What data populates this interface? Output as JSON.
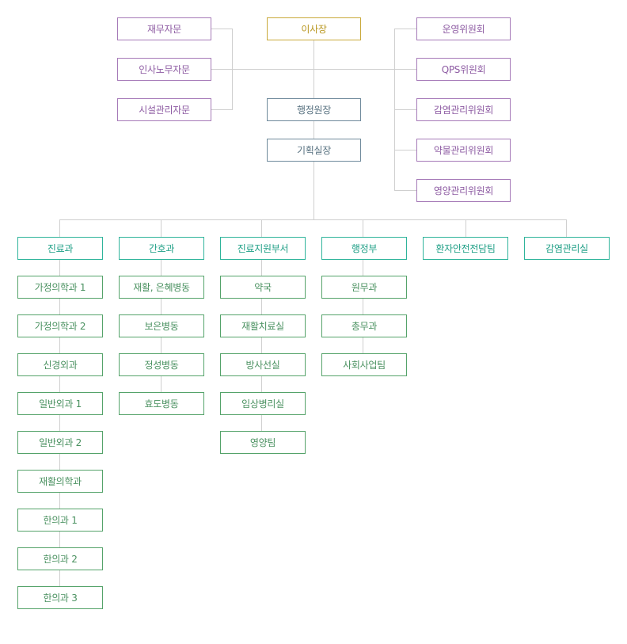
{
  "colors": {
    "chairman": "#b8961f",
    "advisory_committee": "#8e5ca3",
    "admin": "#56707f",
    "department_head": "#1f9f86",
    "sub_unit": "#4a9160",
    "connector": "#cfcfcf"
  },
  "top": {
    "chairman": "이사장",
    "admin_director": "행정원장",
    "planning_director": "기획실장"
  },
  "advisors": [
    "재무자문",
    "인사노무자문",
    "시설관리자문"
  ],
  "committees": [
    "운영위원회",
    "QPS위원회",
    "감염관리위원회",
    "약물관리위원회",
    "영양관리위원회"
  ],
  "departments": [
    {
      "name": "진료과",
      "units": [
        "가정의학과 1",
        "가정의학과 2",
        "신경외과",
        "일반외과 1",
        "일반외과 2",
        "재활의학과",
        "한의과 1",
        "한의과 2",
        "한의과 3"
      ]
    },
    {
      "name": "간호과",
      "units": [
        "재활, 은혜병동",
        "보은병동",
        "정성병동",
        "효도병동"
      ]
    },
    {
      "name": "진료지원부서",
      "units": [
        "약국",
        "재활치료실",
        "방사선실",
        "임상병리실",
        "영양팀"
      ]
    },
    {
      "name": "행정부",
      "units": [
        "원무과",
        "총무과",
        "사회사업팀"
      ]
    },
    {
      "name": "환자안전전담팀",
      "units": []
    },
    {
      "name": "감염관리실",
      "units": []
    }
  ]
}
